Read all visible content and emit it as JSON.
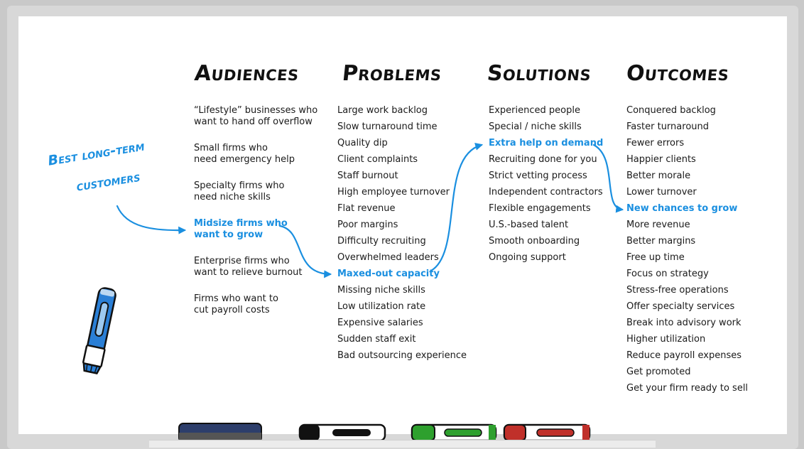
{
  "audiences": {
    "heading": "Audiences",
    "items": [
      {
        "line1": "“Lifestyle” businesses who",
        "line2": "want to hand off overflow"
      },
      {
        "line1": "Small firms who",
        "line2": "need emergency help"
      },
      {
        "line1": "Specialty firms who",
        "line2": "need niche skills"
      },
      {
        "line1": "Midsize firms who",
        "line2": "want to grow"
      },
      {
        "line1": "Enterprise firms who",
        "line2": "want to relieve burnout"
      },
      {
        "line1": "Firms who want to",
        "line2": "cut payroll costs"
      }
    ]
  },
  "problems": {
    "heading": "Problems",
    "items": [
      "Large work backlog",
      "Slow turnaround time",
      "Quality dip",
      "Client complaints",
      "Staff burnout",
      "High employee turnover",
      "Flat revenue",
      "Poor margins",
      "Difficulty recruiting",
      "Overwhelmed leaders",
      "Maxed-out capacity",
      "Missing niche skills",
      "Low utilization rate",
      "Expensive salaries",
      "Sudden staff exit",
      "Bad outsourcing experience"
    ]
  },
  "solutions": {
    "heading": "Solutions",
    "items": [
      "Experienced people",
      "Special / niche skills",
      "Extra help on demand",
      "Recruiting done for you",
      "Strict vetting process",
      "Independent contractors",
      "Flexible engagements",
      "U.S.-based talent",
      "Smooth onboarding",
      "Ongoing support"
    ]
  },
  "outcomes": {
    "heading": "Outcomes",
    "items": [
      "Conquered backlog",
      "Faster turnaround",
      "Fewer errors",
      "Happier clients",
      "Better morale",
      "Lower turnover",
      "New chances to grow",
      "More revenue",
      "Better margins",
      "Free up time",
      "Focus on strategy",
      "Stress-free operations",
      "Offer specialty services",
      "Break into advisory work",
      "Higher utilization",
      "Reduce payroll expenses",
      "Get promoted",
      "Get your firm ready to sell"
    ]
  },
  "annotation": {
    "line1": "Best long-term",
    "line2": "customers"
  },
  "highlight_color": "#1a8fe0",
  "marker_colors": {
    "blue": "#1e88e5",
    "black": "#111111",
    "green": "#2ea02e",
    "red": "#c0302a",
    "eraser": "#2d3e6b"
  }
}
